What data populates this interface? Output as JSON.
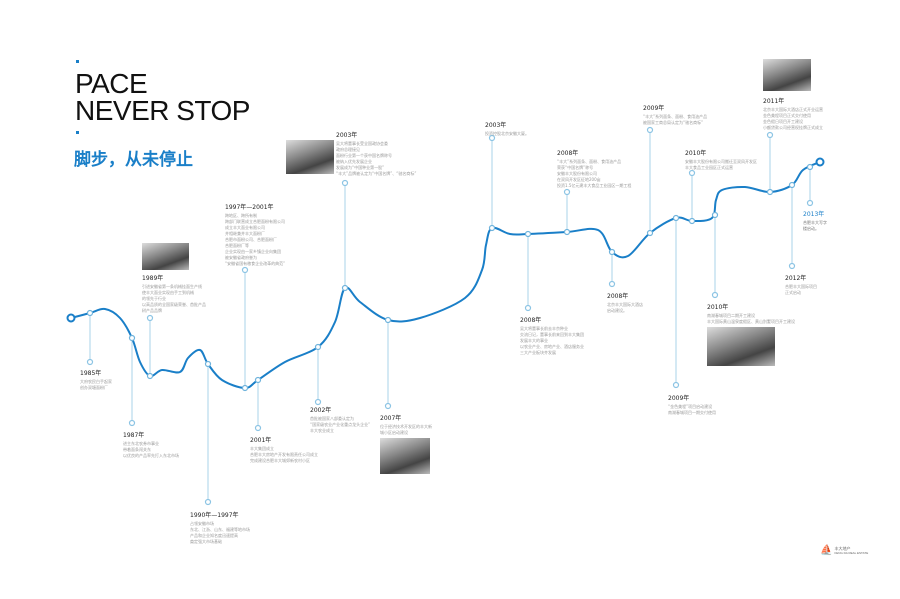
{
  "header": {
    "title_line1": "PACE",
    "title_line2": "NEVER STOP",
    "subtitle": "脚步，从未停止"
  },
  "colors": {
    "accent": "#1a7fc8",
    "line": "#a9d3ea",
    "text": "#999999"
  },
  "milestones": [
    {
      "year": "1985年",
      "lines": [
        "大府农民白手起家",
        "创办双塘面粉厂"
      ]
    },
    {
      "year": "1987年",
      "lines": [
        "进主东北农券市事业",
        "带着面条闯关东",
        "以优良的产品率先打入东北市场"
      ]
    },
    {
      "year": "1989年",
      "lines": [
        "引进安徽省第一条机械挂面生产线",
        "使丰大面业实现由手工到机械",
        "的领先于行业",
        "以高品质的全国家级荣誉、首批产品",
        "树产品品牌"
      ]
    },
    {
      "year": "1990年—1997年",
      "lines": [
        "占领安徽市场",
        "东北、江浙、山东、福建等地市场",
        "产品和企业知名度迅速提高",
        "奠定强大市场基础"
      ]
    },
    {
      "year": "1997年—2001年",
      "lines": [
        "跨地区、跨所有制",
        "跨部门联营成立合肥面粉有限公司",
        "成立丰大面业有限公司",
        "并相继兼并丰大面粉厂",
        "合肥市面粉公司、合肥面粉厂",
        "合肥面粉厂等",
        "企业实现由一家乡镇企业向集团",
        "被安徽省政府誉为",
        "“安徽省国有粮食企业改革的典范”"
      ]
    },
    {
      "year": "2001年",
      "lines": [
        "丰大集团成立",
        "合肥丰大房地产开发有限责任公司成立",
        "完成建设合肥丰大城郊新农村小区"
      ]
    },
    {
      "year": "2002年",
      "lines": [
        "首批被国家八部委认定为",
        "“国家级农业产业化重点龙头企业”",
        "丰大农业成立"
      ]
    },
    {
      "year": "2003年",
      "lines": [
        "吴大将董事长受全国政协会委",
        "政府总理接见",
        "面粉行业第一个获中国名牌称号",
        "被纳入优先发展企业",
        "发展成为“中国种业第一股”",
        "“丰大”品牌被认定为“中国名牌”、“驰名商标”"
      ]
    },
    {
      "year": "2007年",
      "lines": [
        "位于经济技术开发区的丰大新",
        "城小区启动建设"
      ]
    },
    {
      "year": "2003年",
      "lines": [
        "投资控股北京安徽大厦。"
      ]
    },
    {
      "year": "2008年",
      "lines": [
        "“丰大”系列面条、面粉、食用油产品",
        "荣获“中国名牌”称号",
        "安徽丰大股份有限公司",
        "在双凤开发区征地200亩",
        "投资1.5亿元建丰大食品工业园区一期工程"
      ]
    },
    {
      "year": "2008年",
      "lines": [
        "吴大将董事长前去丰京种业",
        "交流日记，董事长前来回到丰大集团",
        "发展丰大的事业",
        "以农业产业、房地产业、酒店服务业",
        "三大产业板块齐发展"
      ]
    },
    {
      "year": "2008年",
      "lines": [
        "北京丰大国际大酒店",
        "启动建设。"
      ]
    },
    {
      "year": "2009年",
      "lines": [
        "“丰大”系列面条、面粉、食用油产品",
        "被国家工商总局认定为“驰名商标”"
      ]
    },
    {
      "year": "2009年",
      "lines": [
        "“金色美程”项目启动建设",
        "南湖春城项目一期交付使用"
      ]
    },
    {
      "year": "2010年",
      "lines": [
        "安徽丰大股份有限公司搬迁至双凤开发区",
        "丰大食品工业园区正式运营"
      ]
    },
    {
      "year": "2010年",
      "lines": [
        "南湖春城项目二期开工建设",
        "丰大国际黄山温泉度假区、黄山别墅项目开工建设"
      ]
    },
    {
      "year": "2011年",
      "lines": [
        "北京丰大国际大酒店正式开业运营",
        "金色美程项目正式交付使用",
        "金色假日项目开工建设",
        "小额贷款公司经营权挂牌正式成立"
      ]
    },
    {
      "year": "2012年",
      "lines": [
        "合肥丰大国际项目",
        "正式启动"
      ]
    },
    {
      "year": "2013年",
      "lines": [
        "合肥丰大写字",
        "楼启动。"
      ]
    }
  ],
  "logo": {
    "name": "丰大地产",
    "sub": "FENG DA REAL ESTATE"
  }
}
